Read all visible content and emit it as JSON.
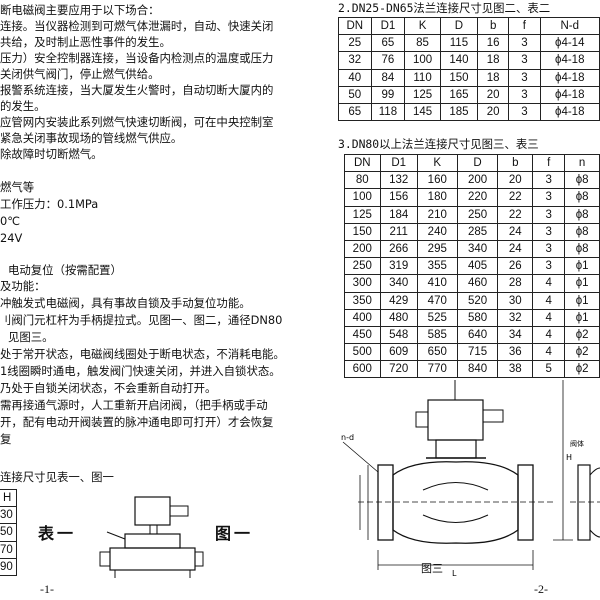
{
  "left_page": {
    "paragraphs": [
      "断电磁阀主要应用于以下场合：",
      "连接。当仪器检测到可燃气体泄漏时，自动、快速关闭",
      "共给，及时制止恶性事件的发生。",
      "压力）安全控制器连接，当设备内检测点的温度或压力",
      "关闭供气阀门，停止燃气供给。",
      "报警系统连接，当大厦发生火警时，自动切断大厦内的",
      "的发生。",
      "应管网内安装此系列燃气快速切断阀，可在中央控制室",
      "紧急关闭事故现场的管线燃气供应。",
      "除故障时切断燃气。",
      "燃气等",
      "工作压力：0.1MPa",
      "0℃",
      "24V",
      "电动复位（按需配置）",
      "及功能：",
      "冲触发式电磁阀，具有事故自锁及手动复位功能。",
      "刂阀门元杠杆为手柄提拉式。见图一、图二，通径DN80",
      "见图三。",
      "处于常开状态，电磁阀线圈处于断电状态，不消耗电能。",
      "1线圈瞬时通电，触发阀门快速关闭，并进入自锁状态。",
      "乃处于自锁关闭状态，不会重新自动打开。",
      "需再接通气源时，人工重新开启闭阀，（把手柄或手动",
      "开，配有电动开阀装置的脉冲通电即可打开）才会恢复",
      "复"
    ],
    "footer_heading": "连接尺寸见表一、图一",
    "small_table": {
      "header": "H",
      "rows": [
        "30",
        "50",
        "70",
        "90"
      ]
    },
    "table_label": "表一",
    "figure_label": "图一",
    "page_number": "-1-"
  },
  "right_page": {
    "section2_title": "2.DN25-DN65法兰连接尺寸见图二、表二",
    "table2": {
      "headers": [
        "DN",
        "D1",
        "K",
        "D",
        "b",
        "f",
        "N-d"
      ],
      "rows": [
        [
          "25",
          "65",
          "85",
          "115",
          "16",
          "3",
          "ϕ4-14"
        ],
        [
          "32",
          "76",
          "100",
          "140",
          "18",
          "3",
          "ϕ4-18"
        ],
        [
          "40",
          "84",
          "110",
          "150",
          "18",
          "3",
          "ϕ4-18"
        ],
        [
          "50",
          "99",
          "125",
          "165",
          "20",
          "3",
          "ϕ4-18"
        ],
        [
          "65",
          "118",
          "145",
          "185",
          "20",
          "3",
          "ϕ4-18"
        ]
      ]
    },
    "section3_title": "3.DN80以上法兰连接尺寸见图三、表三",
    "table3": {
      "headers": [
        "DN",
        "D1",
        "K",
        "D",
        "b",
        "f",
        "n"
      ],
      "rows": [
        [
          "80",
          "132",
          "160",
          "200",
          "20",
          "3",
          "ϕ8"
        ],
        [
          "100",
          "156",
          "180",
          "220",
          "22",
          "3",
          "ϕ8"
        ],
        [
          "125",
          "184",
          "210",
          "250",
          "22",
          "3",
          "ϕ8"
        ],
        [
          "150",
          "211",
          "240",
          "285",
          "24",
          "3",
          "ϕ8"
        ],
        [
          "200",
          "266",
          "295",
          "340",
          "24",
          "3",
          "ϕ8"
        ],
        [
          "250",
          "319",
          "355",
          "405",
          "26",
          "3",
          "ϕ1"
        ],
        [
          "300",
          "340",
          "410",
          "460",
          "28",
          "4",
          "ϕ1"
        ],
        [
          "350",
          "429",
          "470",
          "520",
          "30",
          "4",
          "ϕ1"
        ],
        [
          "400",
          "480",
          "525",
          "580",
          "32",
          "4",
          "ϕ1"
        ],
        [
          "450",
          "548",
          "585",
          "640",
          "34",
          "4",
          "ϕ2"
        ],
        [
          "500",
          "609",
          "650",
          "715",
          "36",
          "4",
          "ϕ2"
        ],
        [
          "600",
          "720",
          "770",
          "840",
          "38",
          "5",
          "ϕ2"
        ]
      ]
    },
    "figure3_label": "图三",
    "drawing_labels": {
      "hole": "n-d",
      "height": "H",
      "length": "L",
      "valve_label": "阀体"
    },
    "page_number": "-2-"
  }
}
